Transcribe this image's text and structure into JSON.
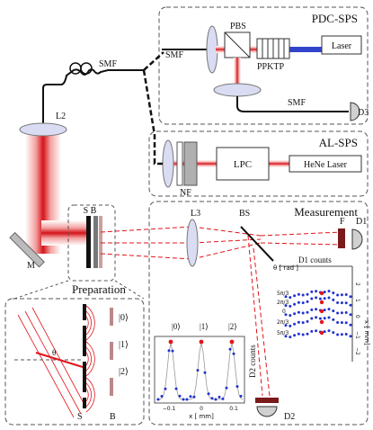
{
  "panels": {
    "pdc": {
      "title": "PDC-SPS",
      "smf_in": "SMF",
      "pbs": "PBS",
      "laser": "Laser",
      "crystal": "PPKTP",
      "smf_out": "SMF",
      "detector": "D3"
    },
    "al": {
      "title": "AL-SPS",
      "nf": "NF",
      "lpc": "LPC",
      "laser": "HeNe Laser"
    },
    "measurement": {
      "title": "Measurement",
      "lens": "L3",
      "bs": "BS",
      "filter": "F",
      "d1": "D1",
      "d2": "D2",
      "theta_axis": "θ [ rad ]",
      "d1_counts": "D1 counts",
      "x_axis": "x [ mm]",
      "d2_counts": "D2 counts",
      "theta_ticks": [
        "5π/3",
        "2π/3",
        "0",
        "2π/3",
        "5π/3"
      ],
      "x_ticks_vertical": [
        "−2",
        "−1",
        "0",
        "1",
        "2"
      ],
      "inset_x_ticks": [
        "−0.1",
        "0",
        "0.1"
      ],
      "state_labels": [
        "|0⟩",
        "|1⟩",
        "|2⟩"
      ]
    },
    "preparation": {
      "title": "Preparation",
      "s": "S",
      "b": "B",
      "theta": "θ",
      "states": [
        "|0⟩",
        "|1⟩",
        "|2⟩"
      ]
    }
  },
  "labels": {
    "smf": "SMF",
    "l2": "L2",
    "m": "M",
    "sb": "S B"
  },
  "colors": {
    "beam": "#e2141b",
    "lens": "#d9dcf2",
    "dash": "#555555",
    "blue": "#2233cc"
  }
}
